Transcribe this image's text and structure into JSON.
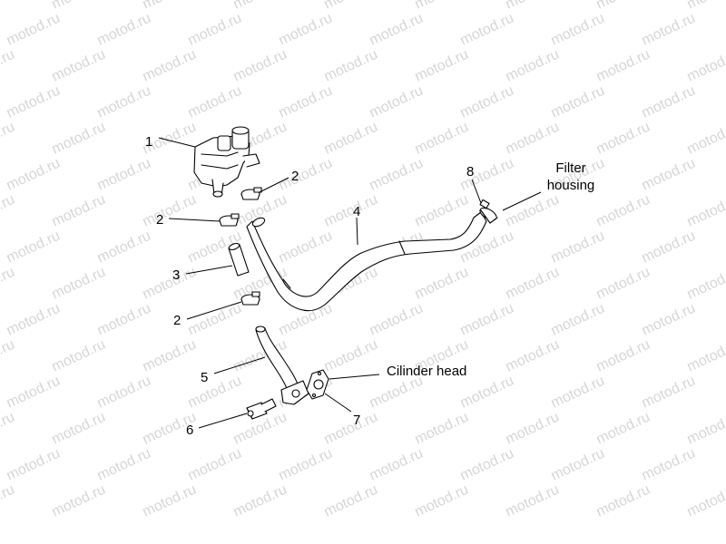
{
  "watermark": "motod.ru",
  "callouts": {
    "c1": "1",
    "c2a": "2",
    "c2b": "2",
    "c2c": "2",
    "c3": "3",
    "c4": "4",
    "c5": "5",
    "c6": "6",
    "c7": "7",
    "c8": "8"
  },
  "labels": {
    "filter_line1": "Filter",
    "filter_line2": "housing",
    "cylinder_head": "Cilinder head"
  }
}
